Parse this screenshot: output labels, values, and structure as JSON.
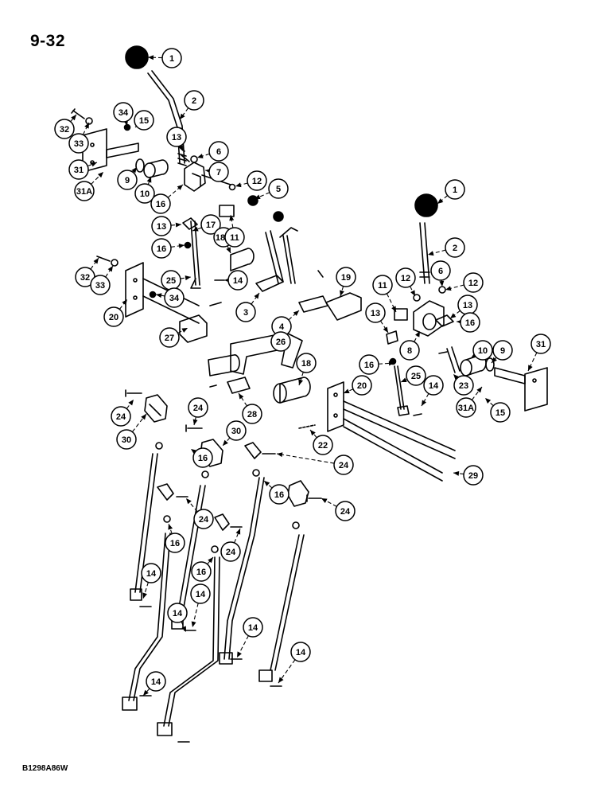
{
  "page_number": "9-32",
  "drawing_code": "B1298A86W",
  "callouts": [
    {
      "label": "1"
    },
    {
      "label": "2"
    },
    {
      "label": "34"
    },
    {
      "label": "15"
    },
    {
      "label": "32"
    },
    {
      "label": "33"
    },
    {
      "label": "13"
    },
    {
      "label": "6"
    },
    {
      "label": "7"
    },
    {
      "label": "31"
    },
    {
      "label": "9"
    },
    {
      "label": "10"
    },
    {
      "label": "31A"
    },
    {
      "label": "16"
    },
    {
      "label": "12"
    },
    {
      "label": "5"
    },
    {
      "label": "13"
    },
    {
      "label": "17"
    },
    {
      "label": "18A"
    },
    {
      "label": "11"
    },
    {
      "label": "16"
    },
    {
      "label": "1"
    },
    {
      "label": "2"
    },
    {
      "label": "32"
    },
    {
      "label": "33"
    },
    {
      "label": "25"
    },
    {
      "label": "14"
    },
    {
      "label": "34"
    },
    {
      "label": "20"
    },
    {
      "label": "3"
    },
    {
      "label": "4"
    },
    {
      "label": "19"
    },
    {
      "label": "11"
    },
    {
      "label": "12"
    },
    {
      "label": "6"
    },
    {
      "label": "12"
    },
    {
      "label": "13"
    },
    {
      "label": "13"
    },
    {
      "label": "16"
    },
    {
      "label": "8"
    },
    {
      "label": "10"
    },
    {
      "label": "9"
    },
    {
      "label": "31"
    },
    {
      "label": "27"
    },
    {
      "label": "26"
    },
    {
      "label": "18"
    },
    {
      "label": "16"
    },
    {
      "label": "25"
    },
    {
      "label": "14"
    },
    {
      "label": "23"
    },
    {
      "label": "20"
    },
    {
      "label": "31A"
    },
    {
      "label": "15"
    },
    {
      "label": "24"
    },
    {
      "label": "24"
    },
    {
      "label": "28"
    },
    {
      "label": "30"
    },
    {
      "label": "30"
    },
    {
      "label": "22"
    },
    {
      "label": "29"
    },
    {
      "label": "16"
    },
    {
      "label": "24"
    },
    {
      "label": "16"
    },
    {
      "label": "24"
    },
    {
      "label": "24"
    },
    {
      "label": "16"
    },
    {
      "label": "24"
    },
    {
      "label": "16"
    },
    {
      "label": "14"
    },
    {
      "label": "14"
    },
    {
      "label": "14"
    },
    {
      "label": "14"
    },
    {
      "label": "14"
    },
    {
      "label": "14"
    }
  ]
}
